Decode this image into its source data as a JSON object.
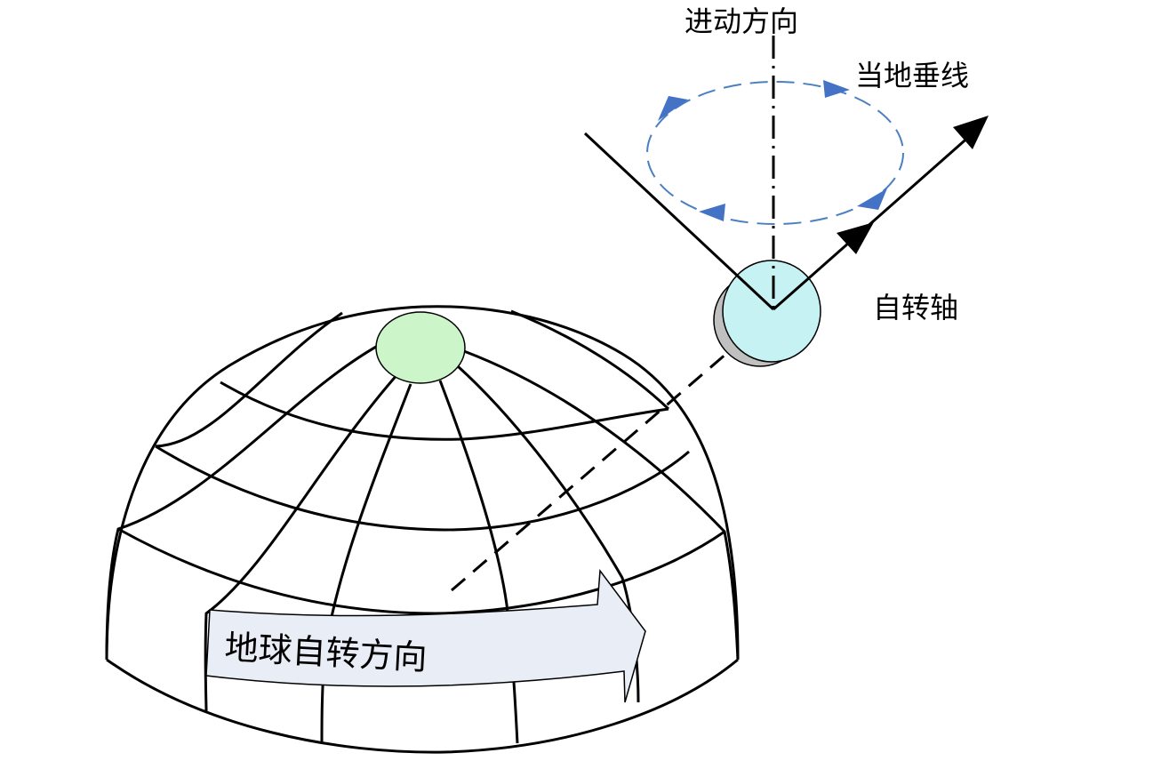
{
  "labels": {
    "precession_direction": "进动方向",
    "local_vertical": "当地垂线",
    "spin_axis": "自转轴",
    "earth_rotation_direction": "地球自转方向"
  },
  "colors": {
    "line": "#000000",
    "precession_circle": "#4a7fc1",
    "precession_arrowheads": "#4472c4",
    "polar_cap_fill": "#ccf5c9",
    "gyro_face_fill": "#c6f2f3",
    "gyro_side_fill": "#c0c0c0",
    "rotation_arrow_fill": "#e8edf6",
    "background": "#ffffff"
  },
  "icons": {
    "gyroscope": "spinning-disk",
    "earth": "hemisphere-grid"
  }
}
